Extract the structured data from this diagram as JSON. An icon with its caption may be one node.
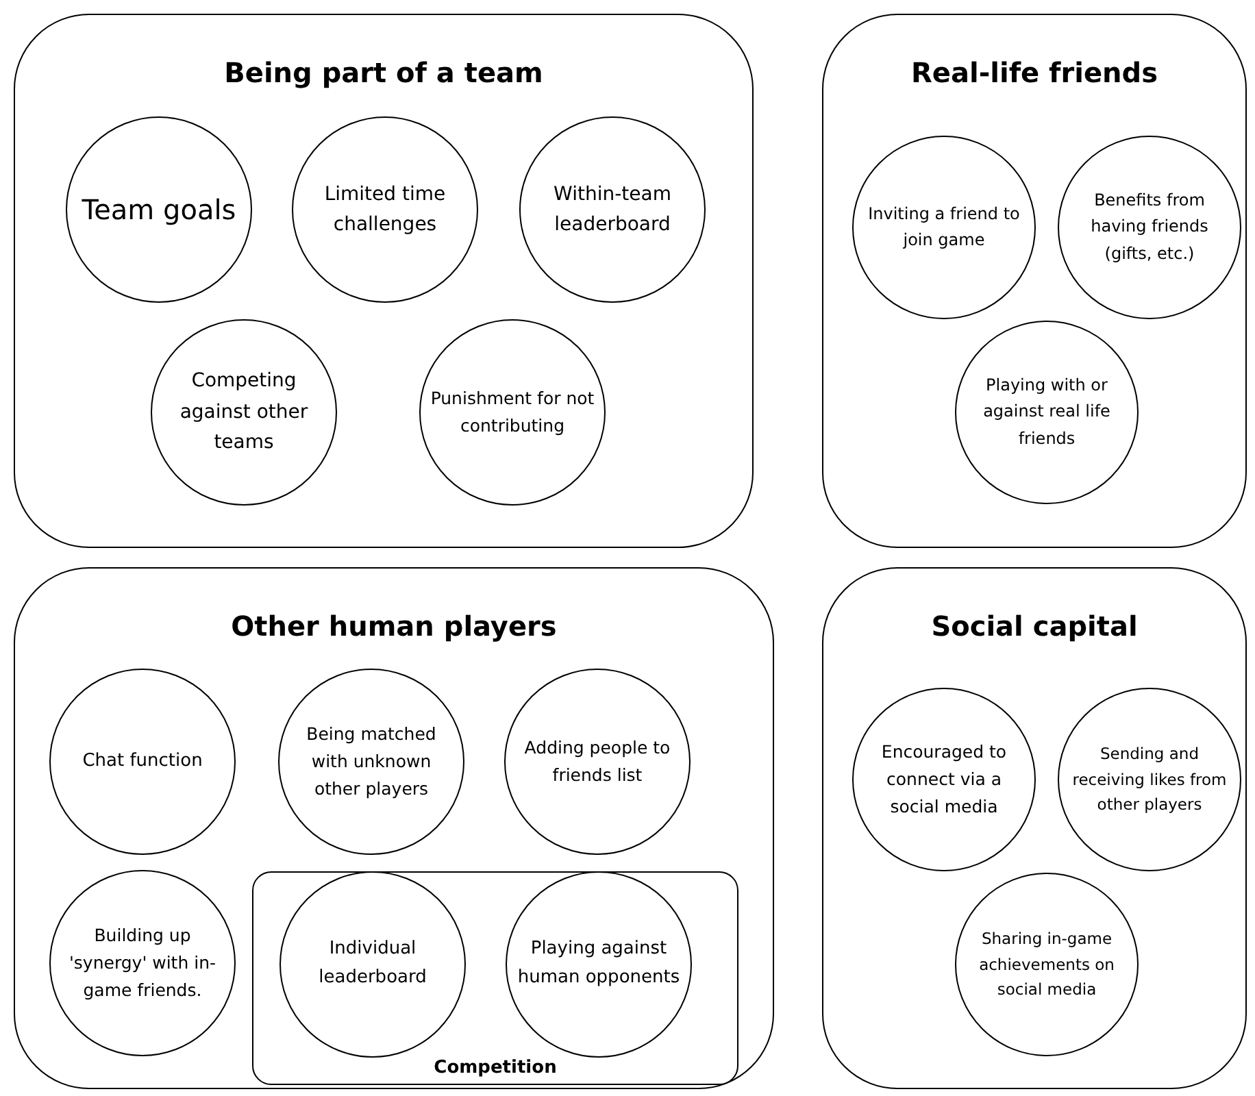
{
  "diagram": {
    "nodes": [
      {
        "text": [
          "Being part of a team"
        ]
      },
      {
        "text": [
          "Team goals"
        ],
        "in": 0
      },
      {
        "text": [
          "Limited time challenges"
        ],
        "in": 0
      },
      {
        "text": [
          "Within-team leaderboard"
        ],
        "in": 0
      },
      {
        "text": [
          "Competing against other teams"
        ],
        "in": 0
      },
      {
        "text": [
          "Punishment for not contributing"
        ],
        "in": 0
      },
      {
        "text": [
          "Real-life friends"
        ]
      },
      {
        "text": [
          "Inviting a friend to join game"
        ],
        "in": 6
      },
      {
        "text": [
          "Benefits from having friends (gifts, etc.)"
        ],
        "in": 6
      },
      {
        "text": [
          "Playing with or against real life friends"
        ],
        "in": 6
      },
      {
        "text": [
          "Other human players"
        ]
      },
      {
        "text": [
          "Chat function"
        ],
        "in": 10
      },
      {
        "text": [
          "Being matched with unknown other players"
        ],
        "in": 10
      },
      {
        "text": [
          "Adding people to friends list"
        ],
        "in": 10
      },
      {
        "text": [
          "Building up 'synergy' with in-game friends."
        ],
        "in": 10
      },
      {
        "text": [
          "Competition"
        ],
        "in": 10
      },
      {
        "text": [
          "Individual leaderboard"
        ],
        "in": 15
      },
      {
        "text": [
          "Playing against human opponents"
        ],
        "in": 15
      },
      {
        "text": [
          "Social capital"
        ]
      },
      {
        "text": [
          "Encouraged to connect via a social media"
        ],
        "in": 18
      },
      {
        "text": [
          "Sending and receiving likes from other players"
        ],
        "in": 18
      },
      {
        "text": [
          "Sharing in-game achievements on social media"
        ],
        "in": 18
      }
    ]
  }
}
